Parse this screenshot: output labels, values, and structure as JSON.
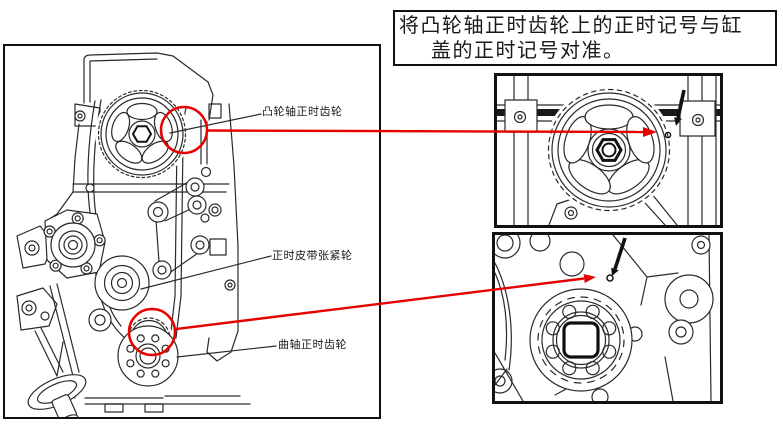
{
  "instruction_box": {
    "line1": "将凸轮轴正时齿轮上的正时记号与缸",
    "line2": "盖的正时记号对准。"
  },
  "labels": {
    "camshaft_gear": "凸轮轴正时齿轮",
    "tensioner_pulley": "正时皮带张紧轮",
    "crankshaft_gear": "曲轴正时齿轮"
  },
  "colors": {
    "callout": "#e60000",
    "ink": "#1a1a1a",
    "background": "#ffffff"
  }
}
